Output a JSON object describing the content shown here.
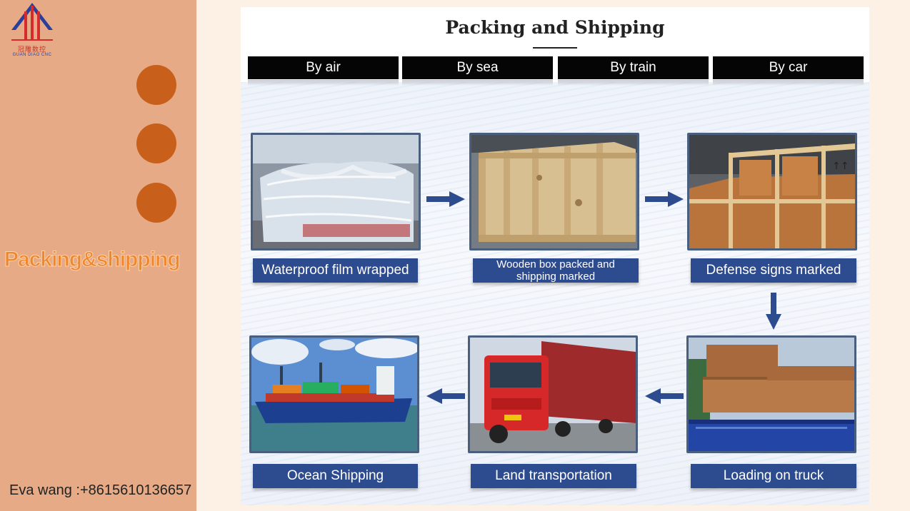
{
  "sidebar": {
    "logo_cn": "冠雕数控",
    "logo_en": "GUAN DIAO CNC",
    "title": "Packing&shipping",
    "contact": "Eva wang :+8615610136657"
  },
  "main": {
    "title": "Packing and Shipping",
    "tabs": [
      "By air",
      "By sea",
      "By train",
      "By car"
    ],
    "steps": [
      {
        "label": "Waterproof film wrapped"
      },
      {
        "label_line1": "Wooden box packed and",
        "label_line2": "shipping marked"
      },
      {
        "label": "Defense signs marked"
      },
      {
        "label": "Loading on truck"
      },
      {
        "label": "Land transportation"
      },
      {
        "label": "Ocean Shipping"
      }
    ]
  },
  "colors": {
    "sidebar_bg": "#e6ab86",
    "dot": "#c85f1b",
    "caption_bg": "#2d4b8f",
    "arrow": "#2d4b8f",
    "tab_bg": "#050505"
  }
}
